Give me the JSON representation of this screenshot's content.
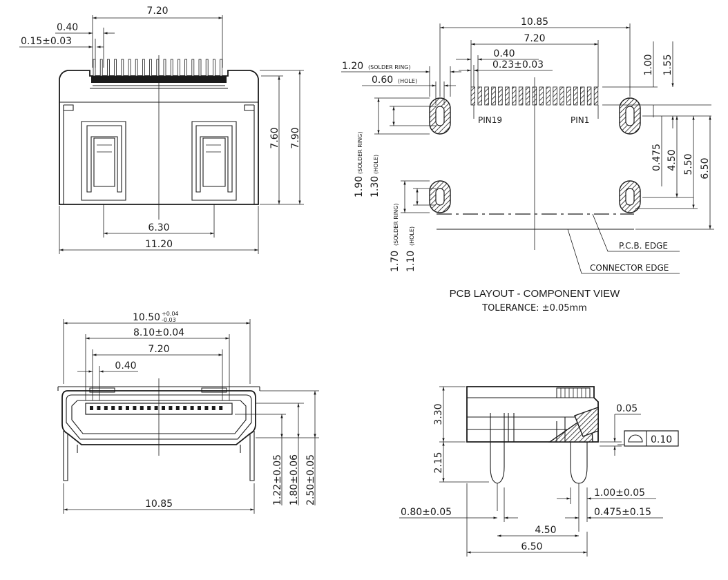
{
  "top_left_view": {
    "dim_pin_span": "7.20",
    "dim_pitch": "0.40",
    "dim_pin_width": "0.15±0.03",
    "dim_height_760": "7.60",
    "dim_height_790": "7.90",
    "dim_inner_width": "6.30",
    "dim_overall_width": "11.20"
  },
  "pcb_layout": {
    "dim_overall": "10.85",
    "dim_pin_span": "7.20",
    "dim_pitch": "0.40",
    "dim_pad_width": "0.23±0.03",
    "dim_solder_ring_top": "1.20",
    "dim_solder_ring_top_note": "(SOLDER RING)",
    "dim_hole_top": "0.60",
    "dim_hole_top_note": "(HOLE)",
    "dim_100": "1.00",
    "dim_155": "1.55",
    "dim_0475": "0.475",
    "dim_450": "4.50",
    "dim_550": "5.50",
    "dim_650": "6.50",
    "dim_solder_ring_side": "1.90",
    "dim_solder_ring_side_note": "(SOLDER RING)",
    "dim_hole_side": "1.30",
    "dim_hole_side_note": "(HOLE)",
    "dim_solder_ring_bottom": "1.70",
    "dim_solder_ring_bottom_note": "(SOLDER RING)",
    "dim_hole_bottom": "1.10",
    "dim_hole_bottom_note": "(HOLE)",
    "label_pin19": "PIN19",
    "label_pin1": "PIN1",
    "label_pcb_edge": "P.C.B. EDGE",
    "label_connector_edge": "CONNECTOR EDGE",
    "title": "PCB LAYOUT - COMPONENT VIEW",
    "tolerance": "TOLERANCE:  ±0.05mm"
  },
  "front_view": {
    "dim_overall": "10.50",
    "dim_overall_tol_upper": "+0.04",
    "dim_overall_tol_lower": "-0.03",
    "dim_opening": "8.10±0.04",
    "dim_pin_span": "7.20",
    "dim_pitch": "0.40",
    "dim_122": "1.22±0.05",
    "dim_180": "1.80±0.06",
    "dim_250": "2.50±0.05",
    "dim_bottom_width": "10.85"
  },
  "side_view": {
    "dim_330": "3.30",
    "dim_215": "2.15",
    "dim_005": "0.05",
    "flatness_value": "0.10",
    "flatness_symbol": "profile-of-surface-icon",
    "dim_100": "1.00±0.05",
    "dim_080": "0.80±0.05",
    "dim_0475": "0.475±0.15",
    "dim_450": "4.50",
    "dim_650": "6.50"
  }
}
